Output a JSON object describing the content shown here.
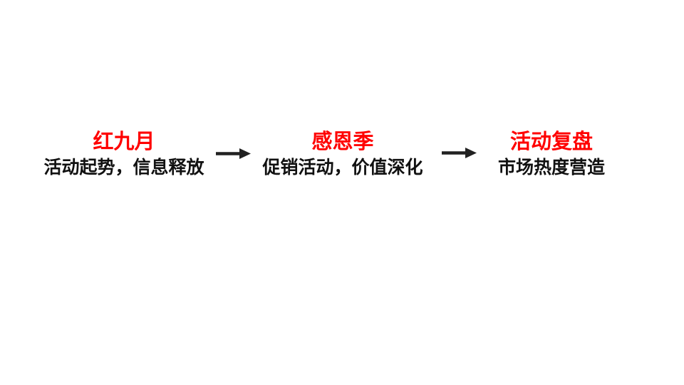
{
  "slide": {
    "type": "campaign-flow-diagram",
    "phases": [
      {
        "title": "红九月",
        "subtitle": "活动起势，信息释放"
      },
      {
        "title": "感恩季",
        "subtitle": "促销活动，价值深化"
      },
      {
        "title": "活动复盘",
        "subtitle": "市场热度营造"
      }
    ],
    "connector": "right-arrow"
  },
  "colors": {
    "background": "#ffffff",
    "accent_red": "#ff0000",
    "text_black": "#111111",
    "arrow_dark": "#212121"
  }
}
